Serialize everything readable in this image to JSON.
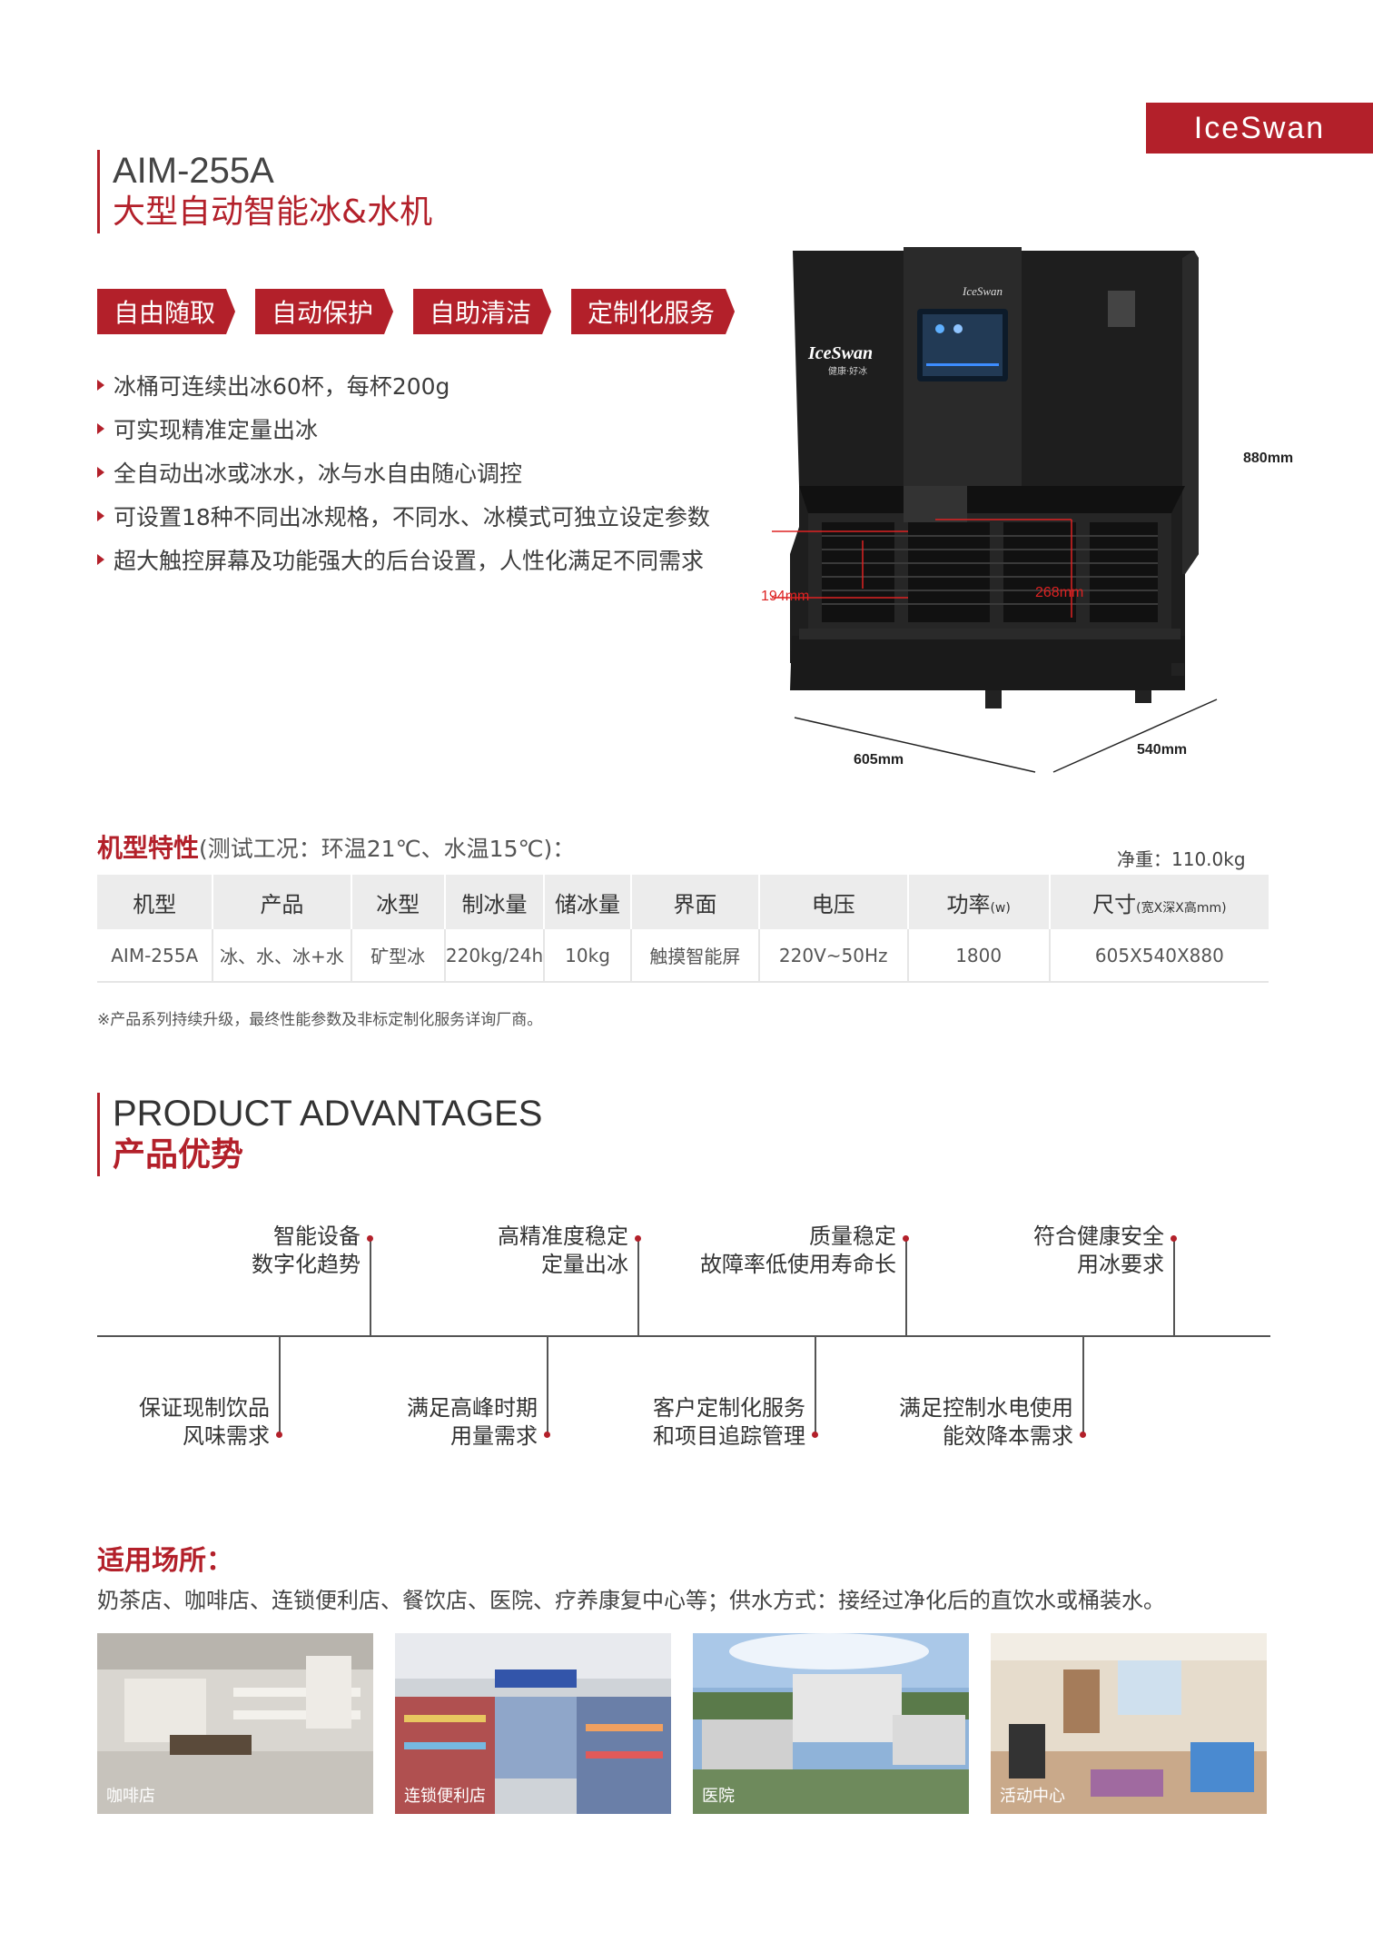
{
  "brand": "IceSwan",
  "header": {
    "model": "AIM-255A",
    "subtitle": "大型自动智能冰&水机"
  },
  "features": [
    "自由随取",
    "自动保护",
    "自助清洁",
    "定制化服务"
  ],
  "bullets": [
    "冰桶可连续出冰60杯，每杯200g",
    "可实现精准定量出冰",
    "全自动出冰或冰水，冰与水自由随心调控",
    "可设置18种不同出冰规格，不同水、冰模式可独立设定参数",
    "超大触控屏幕及功能强大的后台设置，人性化满足不同需求"
  ],
  "machine": {
    "logo": "IceSwan",
    "slogan": "健康·好冰",
    "dims": {
      "height": "880mm",
      "width": "605mm",
      "depth": "540mm",
      "left_gap": "194mm",
      "right_gap": "268mm"
    }
  },
  "spec": {
    "title": "机型特性",
    "conditions": "(测试工况：环温21℃、水温15℃)：",
    "net_weight": "净重：110.0kg",
    "headers": [
      "机型",
      "产品",
      "冰型",
      "制冰量",
      "储冰量",
      "界面",
      "电压",
      "功率",
      "尺寸"
    ],
    "header_units": {
      "power": "(w)",
      "size": "(宽X深X高mm)"
    },
    "row": [
      "AIM-255A",
      "冰、水、冰+水",
      "矿型冰",
      "220kg/24h",
      "10kg",
      "触摸智能屏",
      "220V~50Hz",
      "1800",
      "605X540X880"
    ],
    "note": "※产品系列持续升级，最终性能参数及非标定制化服务详询厂商。"
  },
  "advantages": {
    "title_en": "PRODUCT ADVANTAGES",
    "title_cn": "产品优势",
    "top": [
      [
        "智能设备",
        "数字化趋势"
      ],
      [
        "高精准度稳定",
        "定量出冰"
      ],
      [
        "质量稳定",
        "故障率低使用寿命长"
      ],
      [
        "符合健康安全",
        "用冰要求"
      ]
    ],
    "bottom": [
      [
        "保证现制饮品",
        "风味需求"
      ],
      [
        "满足高峰时期",
        "用量需求"
      ],
      [
        "客户定制化服务",
        "和项目追踪管理"
      ],
      [
        "满足控制水电使用",
        "能效降本需求"
      ]
    ]
  },
  "venues": {
    "title": "适用场所：",
    "description": "奶茶店、咖啡店、连锁便利店、餐饮店、医院、疗养康复中心等；供水方式：接经过净化后的直饮水或桶装水。",
    "items": [
      "咖啡店",
      "连锁便利店",
      "医院",
      "活动中心"
    ]
  },
  "colors": {
    "accent": "#b3202a"
  }
}
